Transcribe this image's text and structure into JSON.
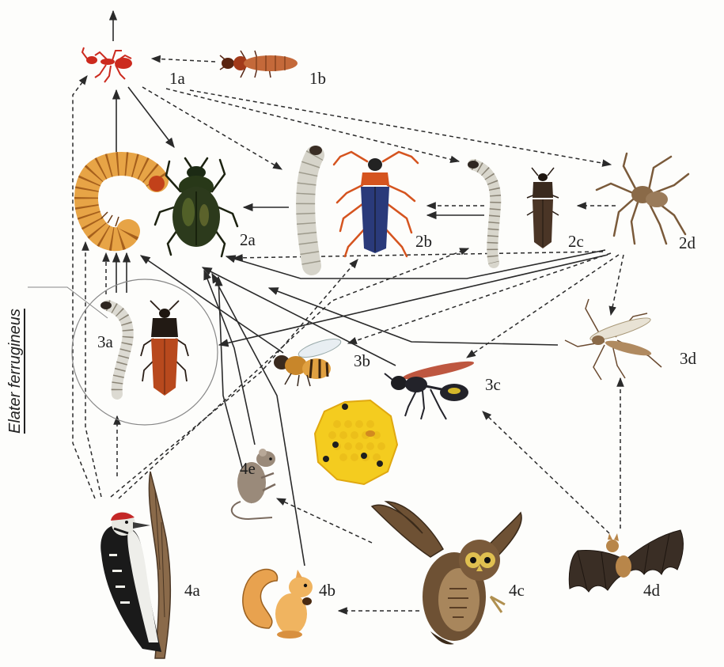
{
  "labels": {
    "n1a": "1a",
    "n1b": "1b",
    "n2a": "2a",
    "n2b": "2b",
    "n2c": "2c",
    "n2d": "2d",
    "n3a": "3a",
    "n3b": "3b",
    "n3c": "3c",
    "n3d": "3d",
    "n4a": "4a",
    "n4b": "4b",
    "n4c": "4c",
    "n4d": "4d",
    "n4e": "4e"
  },
  "species_label": "Elater ferrugineus",
  "colors": {
    "arrow": "#2a2a2a",
    "ant": "#cc2a1e",
    "scarab": "#2c3a1c",
    "grub": "#e7a446",
    "cardinal_beetle": "#d5541f",
    "click_beetle_dark": "#4a3526",
    "click_beetle_red": "#b8491d",
    "spider": "#9a7b5a",
    "honeycomb": "#f4cc1f",
    "owl": "#6e5134",
    "bat": "#3a2e25",
    "squirrel": "#e8a24f",
    "woodpecker_cap": "#c42727"
  },
  "icons": {
    "1a": "ant-icon",
    "1b": "rove-beetle-icon",
    "2a-larva": "scarab-grub-icon",
    "2a": "rose-chafer-icon",
    "2b-larva": "cardinal-larva-icon",
    "2b": "cardinal-beetle-icon",
    "2c-larva": "wireworm-icon",
    "2c": "click-beetle-icon",
    "2d": "spider-icon",
    "3a-larva": "elater-larva-icon",
    "3a": "elater-beetle-icon",
    "3b": "honeybee-icon",
    "3c": "wasp-icon",
    "3d": "crane-fly-icon",
    "honeycomb": "honeycomb-icon",
    "4a": "woodpecker-icon",
    "4b": "squirrel-icon",
    "4c": "owl-icon",
    "4d": "bat-icon",
    "4e": "rat-icon"
  }
}
